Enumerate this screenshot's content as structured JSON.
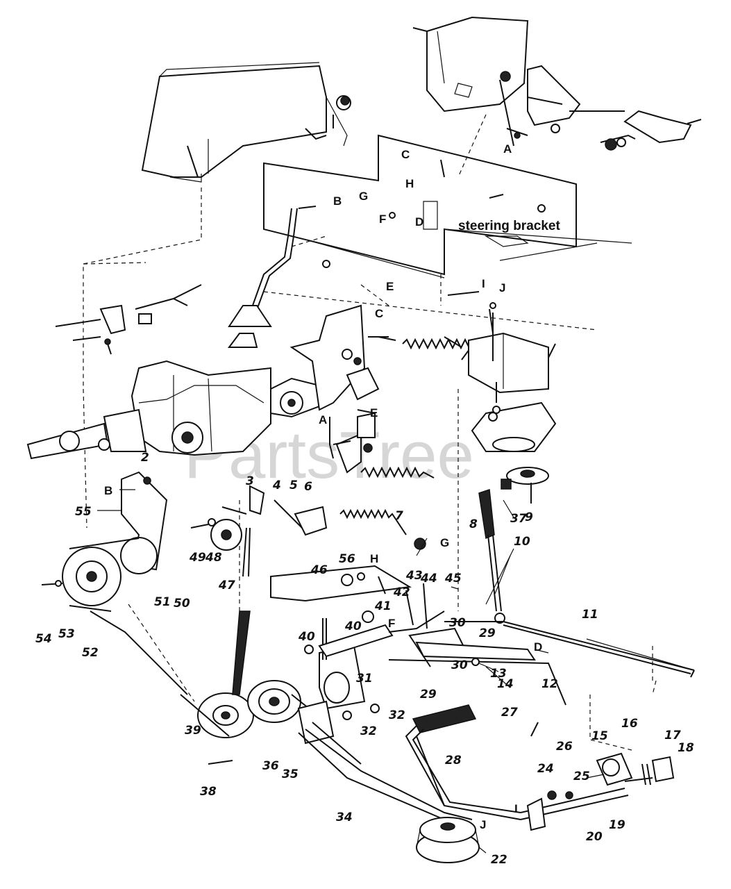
{
  "watermark": {
    "text": "PartsTree",
    "tm": "™"
  },
  "bracket_label": "steering bracket",
  "letters": [
    {
      "id": "A-top",
      "text": "A"
    },
    {
      "id": "C-top",
      "text": "C"
    },
    {
      "id": "H-top",
      "text": "H"
    },
    {
      "id": "G-top",
      "text": "G"
    },
    {
      "id": "B-top",
      "text": "B"
    },
    {
      "id": "F-top",
      "text": "F"
    },
    {
      "id": "D-top",
      "text": "D"
    },
    {
      "id": "E-top",
      "text": "E"
    },
    {
      "id": "I-top",
      "text": "I"
    },
    {
      "id": "J-top",
      "text": "J"
    },
    {
      "id": "C-mid",
      "text": "C"
    },
    {
      "id": "A-mid",
      "text": "A"
    },
    {
      "id": "E-mid",
      "text": "E"
    },
    {
      "id": "B-mid",
      "text": "B"
    },
    {
      "id": "G-mid",
      "text": "G"
    },
    {
      "id": "H-mid",
      "text": "H"
    },
    {
      "id": "F-mid",
      "text": "F"
    },
    {
      "id": "D-mid",
      "text": "D"
    },
    {
      "id": "I-bot",
      "text": "I"
    },
    {
      "id": "J-bot",
      "text": "J"
    }
  ],
  "numbers": [
    {
      "id": "n2",
      "text": "2"
    },
    {
      "id": "n55",
      "text": "55"
    },
    {
      "id": "n3",
      "text": "3"
    },
    {
      "id": "n4",
      "text": "4"
    },
    {
      "id": "n5",
      "text": "5"
    },
    {
      "id": "n6",
      "text": "6"
    },
    {
      "id": "n7",
      "text": "7"
    },
    {
      "id": "n8",
      "text": "8"
    },
    {
      "id": "n9",
      "text": "9"
    },
    {
      "id": "n10",
      "text": "10"
    },
    {
      "id": "n37",
      "text": "37"
    },
    {
      "id": "n49",
      "text": "49"
    },
    {
      "id": "n48",
      "text": "48"
    },
    {
      "id": "n47",
      "text": "47"
    },
    {
      "id": "n51",
      "text": "51"
    },
    {
      "id": "n50",
      "text": "50"
    },
    {
      "id": "n54",
      "text": "54"
    },
    {
      "id": "n53",
      "text": "53"
    },
    {
      "id": "n52",
      "text": "52"
    },
    {
      "id": "n46",
      "text": "46"
    },
    {
      "id": "n56",
      "text": "56"
    },
    {
      "id": "n43",
      "text": "43"
    },
    {
      "id": "n44",
      "text": "44"
    },
    {
      "id": "n45",
      "text": "45"
    },
    {
      "id": "n42",
      "text": "42"
    },
    {
      "id": "n41",
      "text": "41"
    },
    {
      "id": "n40a",
      "text": "40"
    },
    {
      "id": "n40b",
      "text": "40"
    },
    {
      "id": "n30a",
      "text": "30"
    },
    {
      "id": "n29a",
      "text": "29"
    },
    {
      "id": "n11",
      "text": "11"
    },
    {
      "id": "n30b",
      "text": "30"
    },
    {
      "id": "n13",
      "text": "13"
    },
    {
      "id": "n14",
      "text": "14"
    },
    {
      "id": "n12",
      "text": "12"
    },
    {
      "id": "n29b",
      "text": "29"
    },
    {
      "id": "n31",
      "text": "31"
    },
    {
      "id": "n27",
      "text": "27"
    },
    {
      "id": "n32a",
      "text": "32"
    },
    {
      "id": "n32b",
      "text": "32"
    },
    {
      "id": "n26",
      "text": "26"
    },
    {
      "id": "n39",
      "text": "39"
    },
    {
      "id": "n36",
      "text": "36"
    },
    {
      "id": "n35",
      "text": "35"
    },
    {
      "id": "n28",
      "text": "28"
    },
    {
      "id": "n16",
      "text": "16"
    },
    {
      "id": "n15",
      "text": "15"
    },
    {
      "id": "n17",
      "text": "17"
    },
    {
      "id": "n18",
      "text": "18"
    },
    {
      "id": "n25",
      "text": "25"
    },
    {
      "id": "n24",
      "text": "24"
    },
    {
      "id": "n38",
      "text": "38"
    },
    {
      "id": "n34",
      "text": "34"
    },
    {
      "id": "n20",
      "text": "20"
    },
    {
      "id": "n19",
      "text": "19"
    },
    {
      "id": "n22",
      "text": "22"
    }
  ]
}
